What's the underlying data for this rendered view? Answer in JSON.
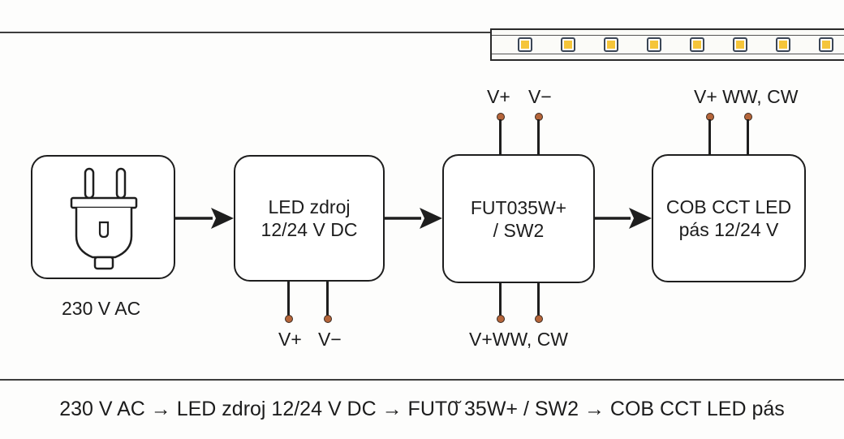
{
  "colors": {
    "line": "#1e1e1e",
    "terminal": "#b5653a",
    "led_chip": "#f5c53a",
    "led_frame": "#3b4656",
    "background": "#fdfdfc"
  },
  "led_strip": {
    "icon": "led-strip-icon",
    "chip_count": 8
  },
  "blocks": [
    {
      "id": "power-input",
      "icon": "plug-icon",
      "label": "230 V AC"
    },
    {
      "id": "power-supply",
      "lines": [
        "LED zdroj",
        "12/24 V DC"
      ],
      "bottom_terminals": [
        "V+",
        "V−"
      ]
    },
    {
      "id": "controller",
      "lines": [
        "FUT035W+",
        "/ SW2"
      ],
      "top_terminals": [
        "V+",
        "V−"
      ],
      "bottom_terminals_label": "V+WW, CW"
    },
    {
      "id": "led-strip",
      "lines": [
        "COB CCT LED",
        "pás 12/24 V"
      ],
      "top_terminals_label": "V+ WW, CW"
    }
  ],
  "caption": "230 V AC → LED zdroj 12/24 V DC → FUT0̆ 35W+ / SW2 → COB CCT LED pás"
}
